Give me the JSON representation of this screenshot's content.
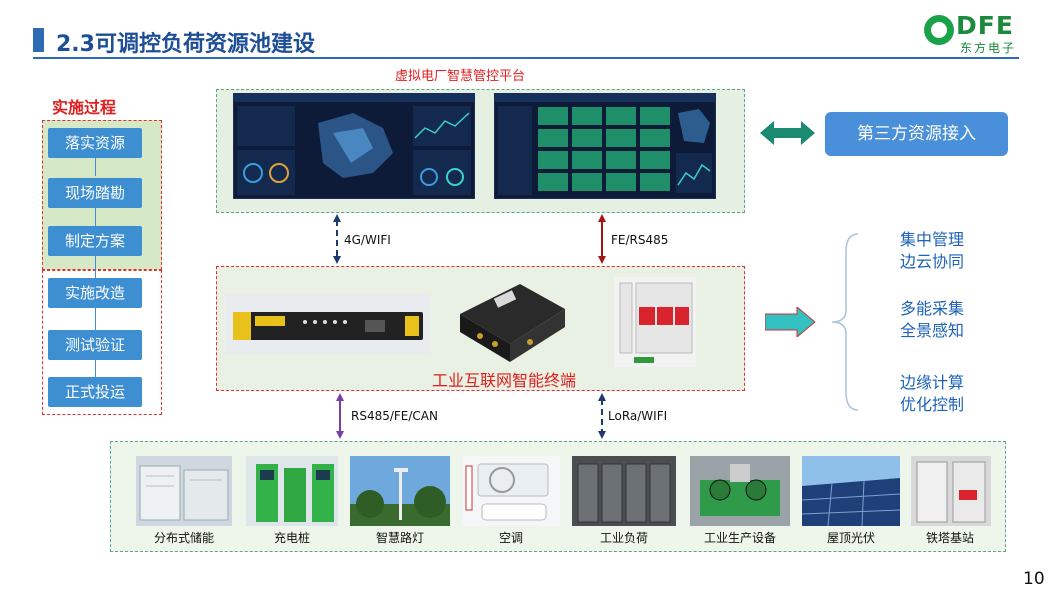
{
  "header": {
    "title": "2.3可调控负荷资源池建设"
  },
  "logo": {
    "text": "DFE",
    "subtitle": "东方电子"
  },
  "process": {
    "title": "实施过程",
    "steps": [
      "落实资源",
      "现场踏勘",
      "制定方案",
      "实施改造",
      "测试验证",
      "正式投运"
    ]
  },
  "platform": {
    "label": "虚拟电厂智慧管控平台"
  },
  "terminal": {
    "label": "工业互联网智能终端"
  },
  "links": {
    "platform_terminal_left": "4G/WIFI",
    "platform_terminal_right": "FE/RS485",
    "terminal_devices_left": "RS485/FE/CAN",
    "terminal_devices_right": "LoRa/WIFI"
  },
  "third_party": {
    "label": "第三方资源接入"
  },
  "features": [
    {
      "line1": "集中管理",
      "line2": "边云协同"
    },
    {
      "line1": "多能采集",
      "line2": "全景感知"
    },
    {
      "line1": "边缘计算",
      "line2": "优化控制"
    }
  ],
  "devices": [
    "分布式储能",
    "充电桩",
    "智慧路灯",
    "空调",
    "工业负荷",
    "工业生产设备",
    "屋顶光伏",
    "铁塔基站"
  ],
  "page_number": "10",
  "colors": {
    "accent": "#2d6bb5",
    "red": "#e02020",
    "step": "#3e8fd2",
    "green": "#1b8a3c",
    "feature": "#1e63b8"
  }
}
